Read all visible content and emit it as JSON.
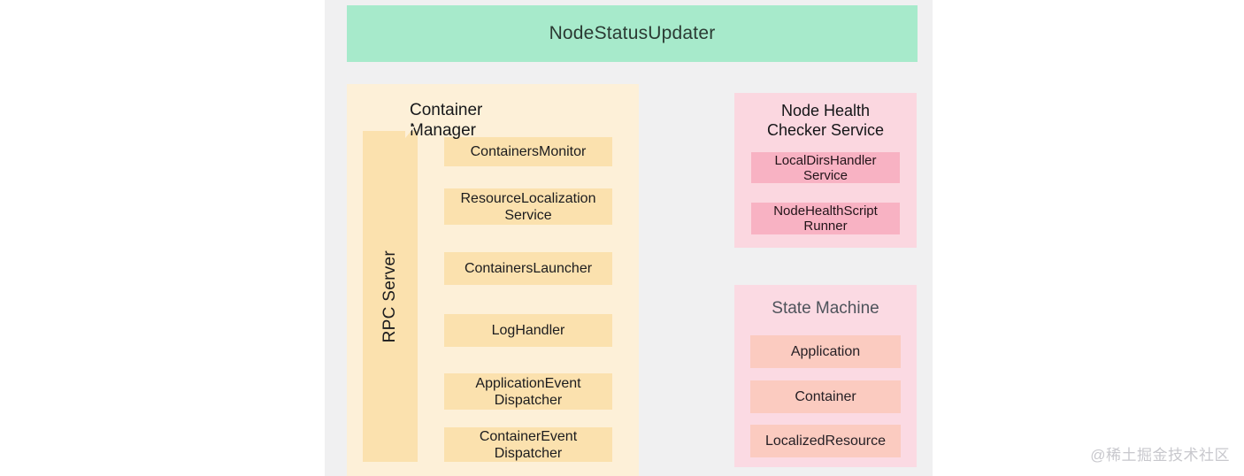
{
  "page": {
    "watermark": "@稀土掘金技术社区"
  },
  "colors": {
    "stage_background": "#F0F0F1",
    "header_green": "#A7EACB",
    "container_manager_panel": "#FDF0D8",
    "container_manager_accent": "#FBE1AE",
    "node_health_panel": "#FBD7E0",
    "node_health_accent": "#F8B2C3",
    "state_machine_panel": "#FBDAE3",
    "state_machine_accent": "#FBCBC0"
  },
  "diagram": {
    "header": {
      "label": "NodeStatusUpdater"
    },
    "container_manager": {
      "title": "Container Manager",
      "rpc_server_label": "RPC Server",
      "components": [
        "ContainersMonitor",
        "ResourceLocalization Service",
        "ContainersLauncher",
        "LogHandler",
        "ApplicationEvent Dispatcher",
        "ContainerEvent Dispatcher"
      ]
    },
    "node_health_checker": {
      "title": "Node Health Checker Service",
      "components": [
        "LocalDirsHandler Service",
        "NodeHealthScript Runner"
      ]
    },
    "state_machine": {
      "title": "State Machine",
      "components": [
        "Application",
        "Container",
        "LocalizedResource"
      ]
    }
  }
}
